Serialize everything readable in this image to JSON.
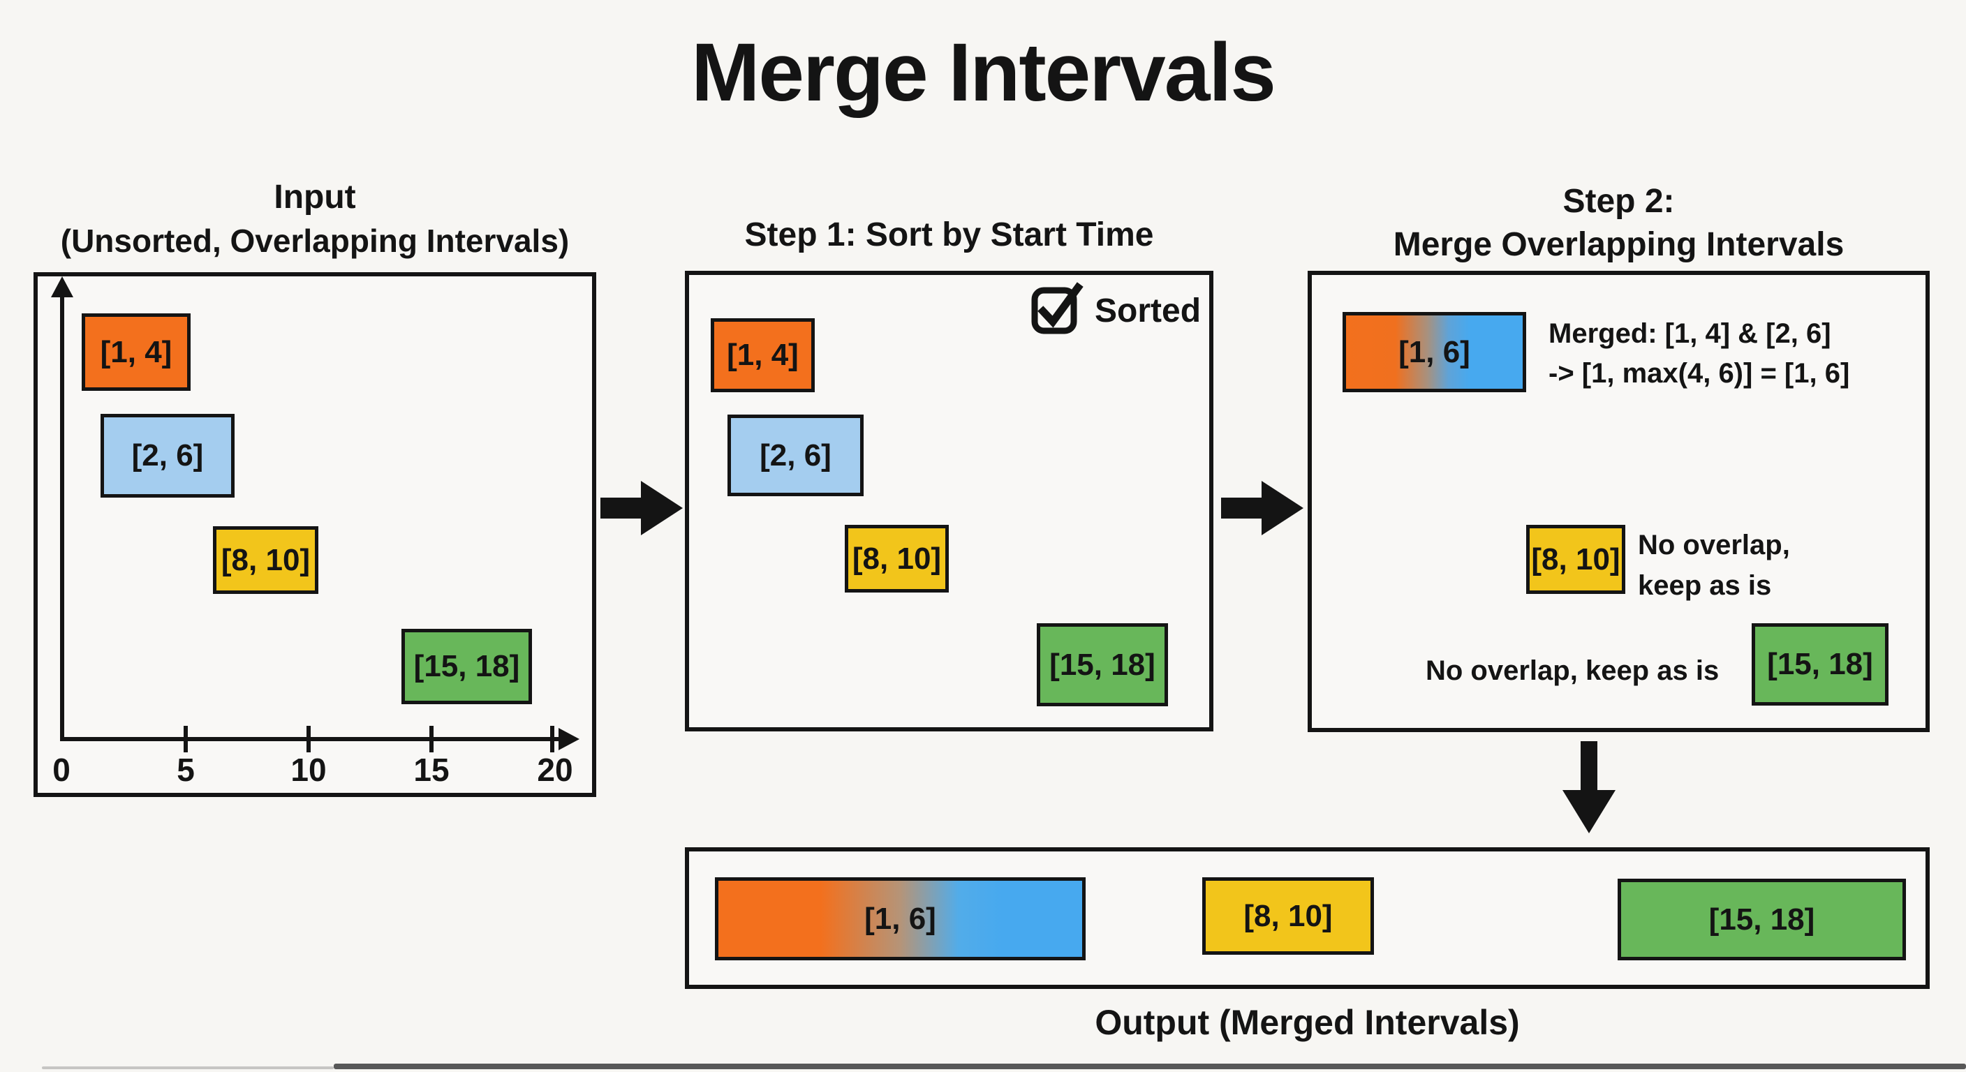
{
  "title": "Merge Intervals",
  "input_panel": {
    "title": "Input",
    "subtitle": "(Unsorted, Overlapping Intervals)",
    "intervals": [
      {
        "label": "[1, 4]",
        "values": [
          1,
          4
        ],
        "color": "#f3701d"
      },
      {
        "label": "[2, 6]",
        "values": [
          2,
          6
        ],
        "color": "#a4cdef"
      },
      {
        "label": "[8, 10]",
        "values": [
          8,
          10
        ],
        "color": "#f2c51b"
      },
      {
        "label": "[15, 18]",
        "values": [
          15,
          18
        ],
        "color": "#68b75a"
      }
    ],
    "axis": {
      "ticks": [
        "0",
        "5",
        "10",
        "15",
        "20"
      ],
      "range": [
        0,
        20
      ]
    }
  },
  "step1_panel": {
    "title": "Step 1: Sort by Start Time",
    "sorted_label": "Sorted",
    "intervals": [
      {
        "label": "[1, 4]",
        "values": [
          1,
          4
        ],
        "color": "#f3701d"
      },
      {
        "label": "[2, 6]",
        "values": [
          2,
          6
        ],
        "color": "#a4cdef"
      },
      {
        "label": "[8, 10]",
        "values": [
          8,
          10
        ],
        "color": "#f2c51b"
      },
      {
        "label": "[15, 18]",
        "values": [
          15,
          18
        ],
        "color": "#68b75a"
      }
    ]
  },
  "step2_panel": {
    "title_line1": "Step 2:",
    "title_line2": "Merge Overlapping Intervals",
    "merged_interval": {
      "label": "[1, 6]",
      "values": [
        1,
        6
      ]
    },
    "merge_note_line1": "Merged: [1, 4] & [2, 6]",
    "merge_note_line2": "-> [1, max(4, 6)] = [1, 6]",
    "interval_8_10": {
      "label": "[8, 10]",
      "note_line1": "No overlap,",
      "note_line2": "keep as is"
    },
    "interval_15_18": {
      "label": "[15, 18]",
      "note": "No overlap, keep as is"
    }
  },
  "output_panel": {
    "caption": "Output (Merged Intervals)",
    "intervals": [
      {
        "label": "[1, 6]",
        "values": [
          1,
          6
        ]
      },
      {
        "label": "[8, 10]",
        "values": [
          8,
          10
        ],
        "color": "#f2c51b"
      },
      {
        "label": "[15, 18]",
        "values": [
          15,
          18
        ],
        "color": "#68b75a"
      }
    ]
  },
  "colors": {
    "background": "#f7f6f3",
    "ink": "#141414",
    "orange": "#f3701d",
    "light_blue": "#a4cdef",
    "bright_blue": "#47a9ef",
    "yellow": "#f2c51b",
    "green": "#68b75a"
  }
}
